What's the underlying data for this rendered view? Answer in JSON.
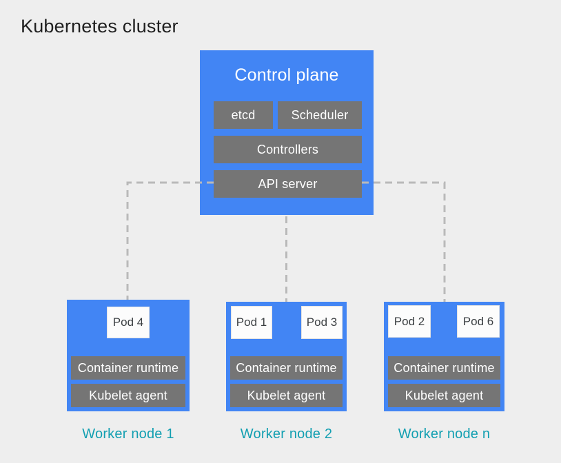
{
  "title": "Kubernetes cluster",
  "control_plane": {
    "heading": "Control plane",
    "components": [
      "etcd",
      "Scheduler",
      "Controllers",
      "API server"
    ]
  },
  "worker_nodes": [
    {
      "label": "Worker node 1",
      "pods": [
        "Pod 4"
      ],
      "components": [
        "Container runtime",
        "Kubelet agent"
      ]
    },
    {
      "label": "Worker node 2",
      "pods": [
        "Pod 1",
        "Pod 3"
      ],
      "components": [
        "Container runtime",
        "Kubelet agent"
      ]
    },
    {
      "label": "Worker node n",
      "pods": [
        "Pod 2",
        "Pod 6"
      ],
      "components": [
        "Container runtime",
        "Kubelet agent"
      ]
    }
  ],
  "colors": {
    "background": "#eeeeee",
    "node_blue": "#4285f4",
    "component_gray": "#757575",
    "pod_white": "#fcfcfc",
    "connector_gray": "#b9b9b9",
    "label_teal": "#129fb1",
    "title_dark": "#1f1f1f"
  }
}
